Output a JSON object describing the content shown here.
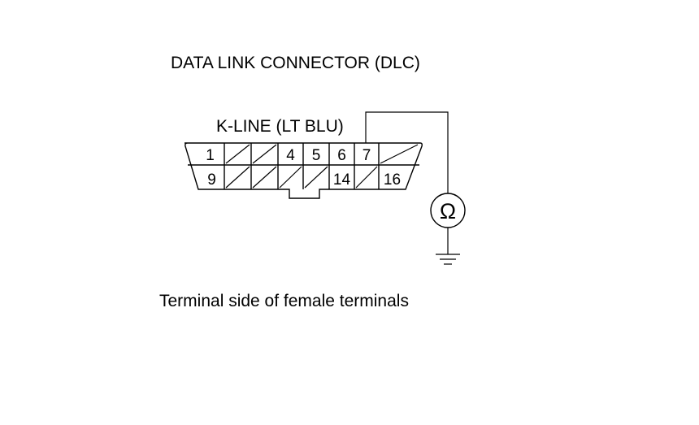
{
  "title": "DATA LINK CONNECTOR (DLC)",
  "wire_label": "K-LINE (LT BLU)",
  "caption": "Terminal side of female terminals",
  "meter_symbol": "Ω",
  "meter_icon": "ohmmeter-icon",
  "ground_icon": "ground-icon",
  "connector": {
    "top_row": [
      {
        "label": "1",
        "empty": false
      },
      {
        "label": "",
        "empty": true
      },
      {
        "label": "",
        "empty": true
      },
      {
        "label": "4",
        "empty": false
      },
      {
        "label": "5",
        "empty": false
      },
      {
        "label": "6",
        "empty": false
      },
      {
        "label": "7",
        "empty": false
      },
      {
        "label": "",
        "empty": true
      }
    ],
    "bottom_row": [
      {
        "label": "9",
        "empty": false
      },
      {
        "label": "",
        "empty": true
      },
      {
        "label": "",
        "empty": true
      },
      {
        "label": "",
        "empty": true
      },
      {
        "label": "",
        "empty": true
      },
      {
        "label": "14",
        "empty": false
      },
      {
        "label": "",
        "empty": true
      },
      {
        "label": "16",
        "empty": false
      }
    ],
    "probed_terminal": "7"
  }
}
